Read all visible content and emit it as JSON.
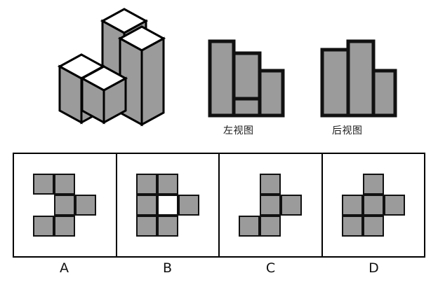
{
  "figure": {
    "title": "three-dimensional-solid-and-views-puzzle",
    "solid": {
      "name": "isometric-block-solid",
      "fill_color": "#9b9b9b",
      "top_face_color": "#ffffff",
      "stroke_color": "#000000",
      "columns": [
        {
          "name": "front-left-column",
          "relative_height": "medium"
        },
        {
          "name": "front-middle-column",
          "relative_height": "short"
        },
        {
          "name": "back-middle-column",
          "relative_height": "tallest"
        },
        {
          "name": "back-right-column",
          "relative_height": "tall"
        }
      ]
    },
    "views": [
      {
        "key": "left_view",
        "label": "左视图",
        "bars": [
          {
            "name": "left-view-bar-1",
            "height": "tall",
            "split": false
          },
          {
            "name": "left-view-bar-2",
            "height": "medium",
            "split": true
          },
          {
            "name": "left-view-bar-3",
            "height": "short",
            "split": false
          }
        ]
      },
      {
        "key": "back_view",
        "label": "后视图",
        "bars": [
          {
            "name": "back-view-bar-1",
            "height": "medium",
            "split": false
          },
          {
            "name": "back-view-bar-2",
            "height": "tall",
            "split": false
          },
          {
            "name": "back-view-bar-3",
            "height": "short",
            "split": false
          }
        ]
      }
    ]
  },
  "options": [
    {
      "label": "A",
      "name": "option-a",
      "grid": [
        [
          "filled",
          "filled",
          "empty"
        ],
        [
          "empty",
          "filled",
          "filled"
        ],
        [
          "filled",
          "filled",
          "empty"
        ]
      ]
    },
    {
      "label": "B",
      "name": "option-b",
      "grid": [
        [
          "filled",
          "filled",
          "empty"
        ],
        [
          "filled",
          "hole",
          "filled"
        ],
        [
          "filled",
          "filled",
          "empty"
        ]
      ]
    },
    {
      "label": "C",
      "name": "option-c",
      "grid": [
        [
          "empty",
          "filled",
          "empty"
        ],
        [
          "empty",
          "filled",
          "filled"
        ],
        [
          "filled",
          "filled",
          "empty"
        ]
      ]
    },
    {
      "label": "D",
      "name": "option-d",
      "grid": [
        [
          "empty",
          "filled",
          "empty"
        ],
        [
          "filled",
          "filled",
          "filled"
        ],
        [
          "filled",
          "filled",
          "empty"
        ]
      ]
    }
  ],
  "colors": {
    "fill_gray": "#9b9b9b",
    "outline_black": "#000000",
    "background_white": "#ffffff"
  }
}
